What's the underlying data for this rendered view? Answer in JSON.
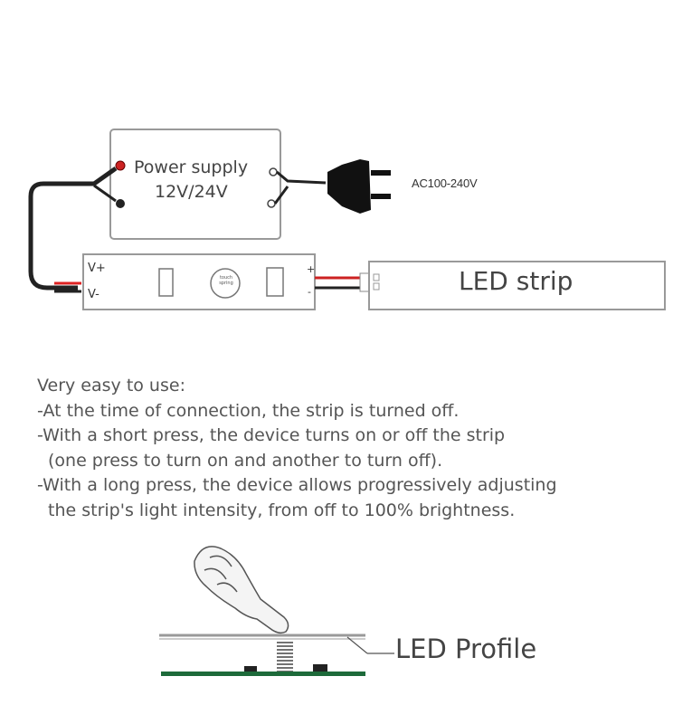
{
  "power_supply": {
    "title": "Power supply",
    "voltage": "12V/24V"
  },
  "plug": {
    "label": "AC100-240V"
  },
  "controller": {
    "v_plus": "V+",
    "v_minus": "V-",
    "plus": "+",
    "minus": "-",
    "button_text": "touch spring"
  },
  "led_strip": {
    "label": "LED strip"
  },
  "instructions": {
    "heading": "Very easy to use:",
    "line1": "-At the time of connection, the strip is turned off.",
    "line2": "-With a short press, the device turns on or off the strip",
    "line3": "(one press to turn on and another to turn off).",
    "line4": "-With a long press, the device allows progressively adjusting",
    "line5": "the strip's light intensity, from off to 100% brightness."
  },
  "profile": {
    "label": "LED Profile"
  }
}
